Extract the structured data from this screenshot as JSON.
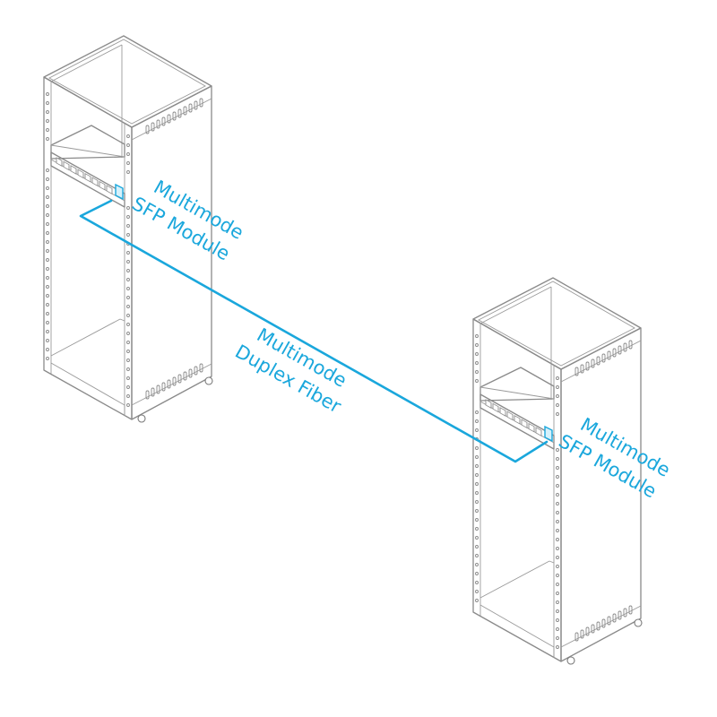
{
  "colors": {
    "accent": "#1aa7dc",
    "rack_line": "#8a8a8a",
    "background": "#ffffff"
  },
  "labels": {
    "sfp_left": [
      "Multimode",
      "SFP Module"
    ],
    "cable": [
      "Multimode",
      "Duplex Fiber"
    ],
    "sfp_right": [
      "Multimode",
      "SFP Module"
    ]
  },
  "racks": [
    {
      "name": "rack-left",
      "switch_ports": 8
    },
    {
      "name": "rack-right",
      "switch_ports": 8
    }
  ],
  "icons": [
    "server-rack-icon",
    "network-switch-icon",
    "sfp-module-icon",
    "caster-wheel-icon"
  ]
}
